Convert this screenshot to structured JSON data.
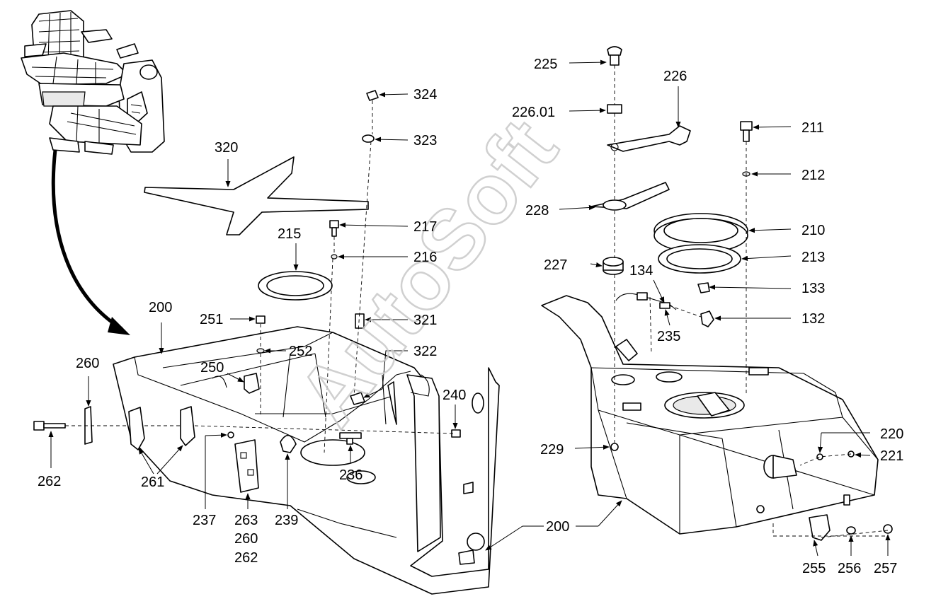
{
  "watermark": "AutoSoft",
  "callouts": [
    {
      "id": "c225",
      "label": "225"
    },
    {
      "id": "c226",
      "label": "226"
    },
    {
      "id": "c22601",
      "label": "226.01"
    },
    {
      "id": "c211",
      "label": "211"
    },
    {
      "id": "c212",
      "label": "212"
    },
    {
      "id": "c228",
      "label": "228"
    },
    {
      "id": "c210",
      "label": "210"
    },
    {
      "id": "c213",
      "label": "213"
    },
    {
      "id": "c227",
      "label": "227"
    },
    {
      "id": "c134",
      "label": "134"
    },
    {
      "id": "c133",
      "label": "133"
    },
    {
      "id": "c132",
      "label": "132"
    },
    {
      "id": "c235",
      "label": "235"
    },
    {
      "id": "c324",
      "label": "324"
    },
    {
      "id": "c323",
      "label": "323"
    },
    {
      "id": "c320",
      "label": "320"
    },
    {
      "id": "c217",
      "label": "217"
    },
    {
      "id": "c215",
      "label": "215"
    },
    {
      "id": "c216",
      "label": "216"
    },
    {
      "id": "c321",
      "label": "321"
    },
    {
      "id": "c322",
      "label": "322"
    },
    {
      "id": "c200a",
      "label": "200"
    },
    {
      "id": "c251",
      "label": "251"
    },
    {
      "id": "c252",
      "label": "252"
    },
    {
      "id": "c250",
      "label": "250"
    },
    {
      "id": "c260",
      "label": "260"
    },
    {
      "id": "c240",
      "label": "240"
    },
    {
      "id": "c262",
      "label": "262"
    },
    {
      "id": "c261",
      "label": "261"
    },
    {
      "id": "c237",
      "label": "237"
    },
    {
      "id": "c263",
      "label": "263"
    },
    {
      "id": "c260b",
      "label": "260"
    },
    {
      "id": "c262b",
      "label": "262"
    },
    {
      "id": "c239",
      "label": "239"
    },
    {
      "id": "c236",
      "label": "236"
    },
    {
      "id": "c229",
      "label": "229"
    },
    {
      "id": "c200b",
      "label": "200"
    },
    {
      "id": "c220",
      "label": "220"
    },
    {
      "id": "c221",
      "label": "221"
    },
    {
      "id": "c255",
      "label": "255"
    },
    {
      "id": "c256",
      "label": "256"
    },
    {
      "id": "c257",
      "label": "257"
    }
  ]
}
